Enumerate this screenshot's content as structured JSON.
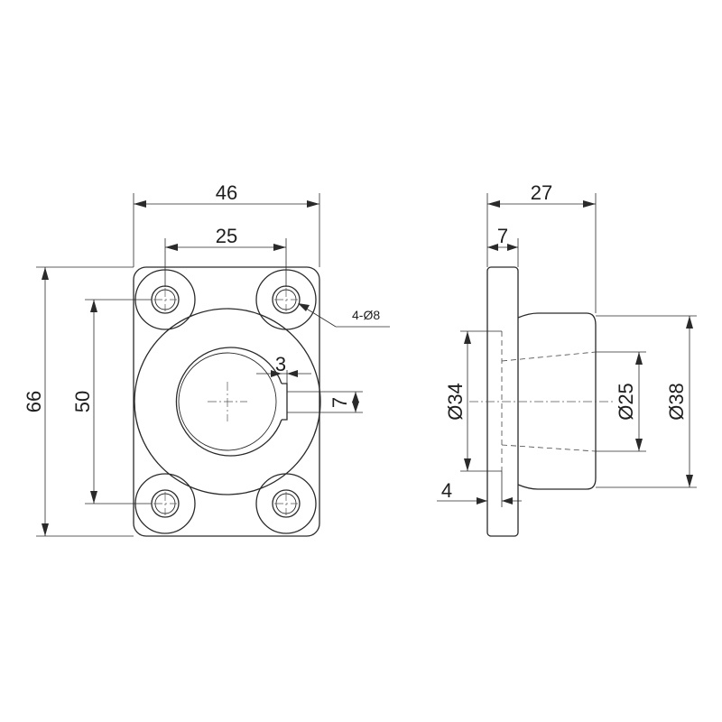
{
  "front_view": {
    "width_overall": "46",
    "hole_spacing_horizontal": "25",
    "height_overall": "66",
    "hole_spacing_vertical": "50",
    "hole_callout": "4-Ø8",
    "key_width": "3",
    "key_depth": "7"
  },
  "side_view": {
    "length_overall": "27",
    "flange_thickness": "7",
    "counterbore_depth": "4",
    "counterbore_diameter": "Ø34",
    "bore_diameter": "Ø25",
    "hub_diameter": "Ø38"
  }
}
